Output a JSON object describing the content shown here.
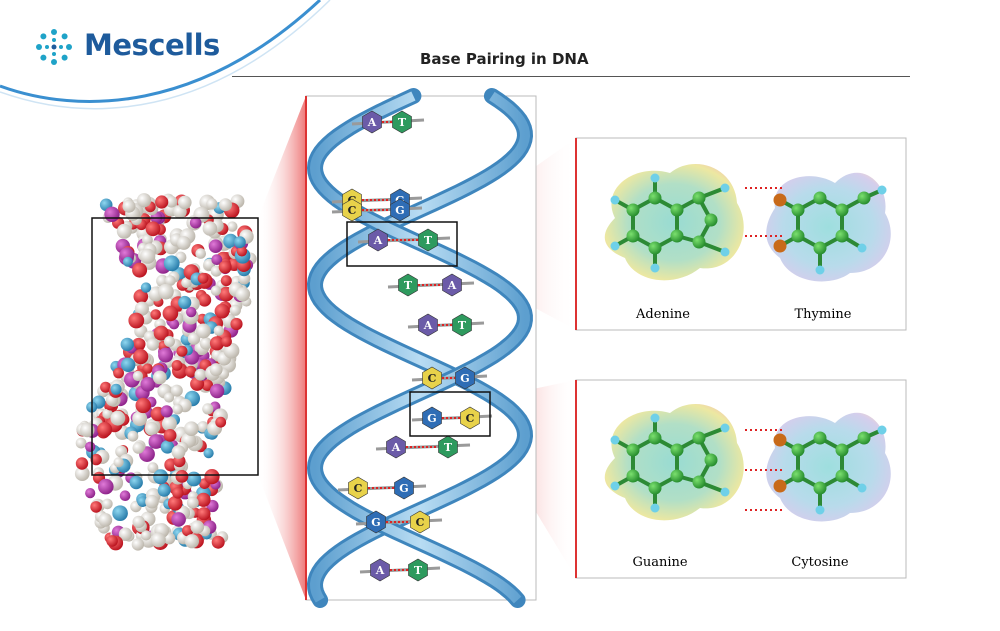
{
  "brand": {
    "name": "Mescells",
    "color": "#1e5b9c",
    "arc_color": "#3a8fd0",
    "logo_icon": "molecule-ring-icon"
  },
  "title": "Base Pairing in DNA",
  "colors": {
    "adenine": "#6b5ba8",
    "thymine": "#2e9a5e",
    "guanine": "#2f6db5",
    "cytosine": "#e8d24a",
    "backbone": "#8cc3e6",
    "highlight": "#e23b3b"
  },
  "helix_pairs": [
    {
      "left": "A",
      "right": "T"
    },
    {
      "left": "C",
      "right": "G"
    },
    {
      "left": "C",
      "right": "G"
    },
    {
      "left": "A",
      "right": "T"
    },
    {
      "left": "T",
      "right": "A"
    },
    {
      "left": "A",
      "right": "T"
    },
    {
      "left": "C",
      "right": "G"
    },
    {
      "left": "G",
      "right": "C"
    },
    {
      "left": "A",
      "right": "T"
    },
    {
      "left": "C",
      "right": "G"
    },
    {
      "left": "G",
      "right": "C"
    },
    {
      "left": "A",
      "right": "T"
    }
  ],
  "panels": [
    {
      "left_label": "Adenine",
      "right_label": "Thymine"
    },
    {
      "left_label": "Guanine",
      "right_label": "Cytosine"
    }
  ]
}
